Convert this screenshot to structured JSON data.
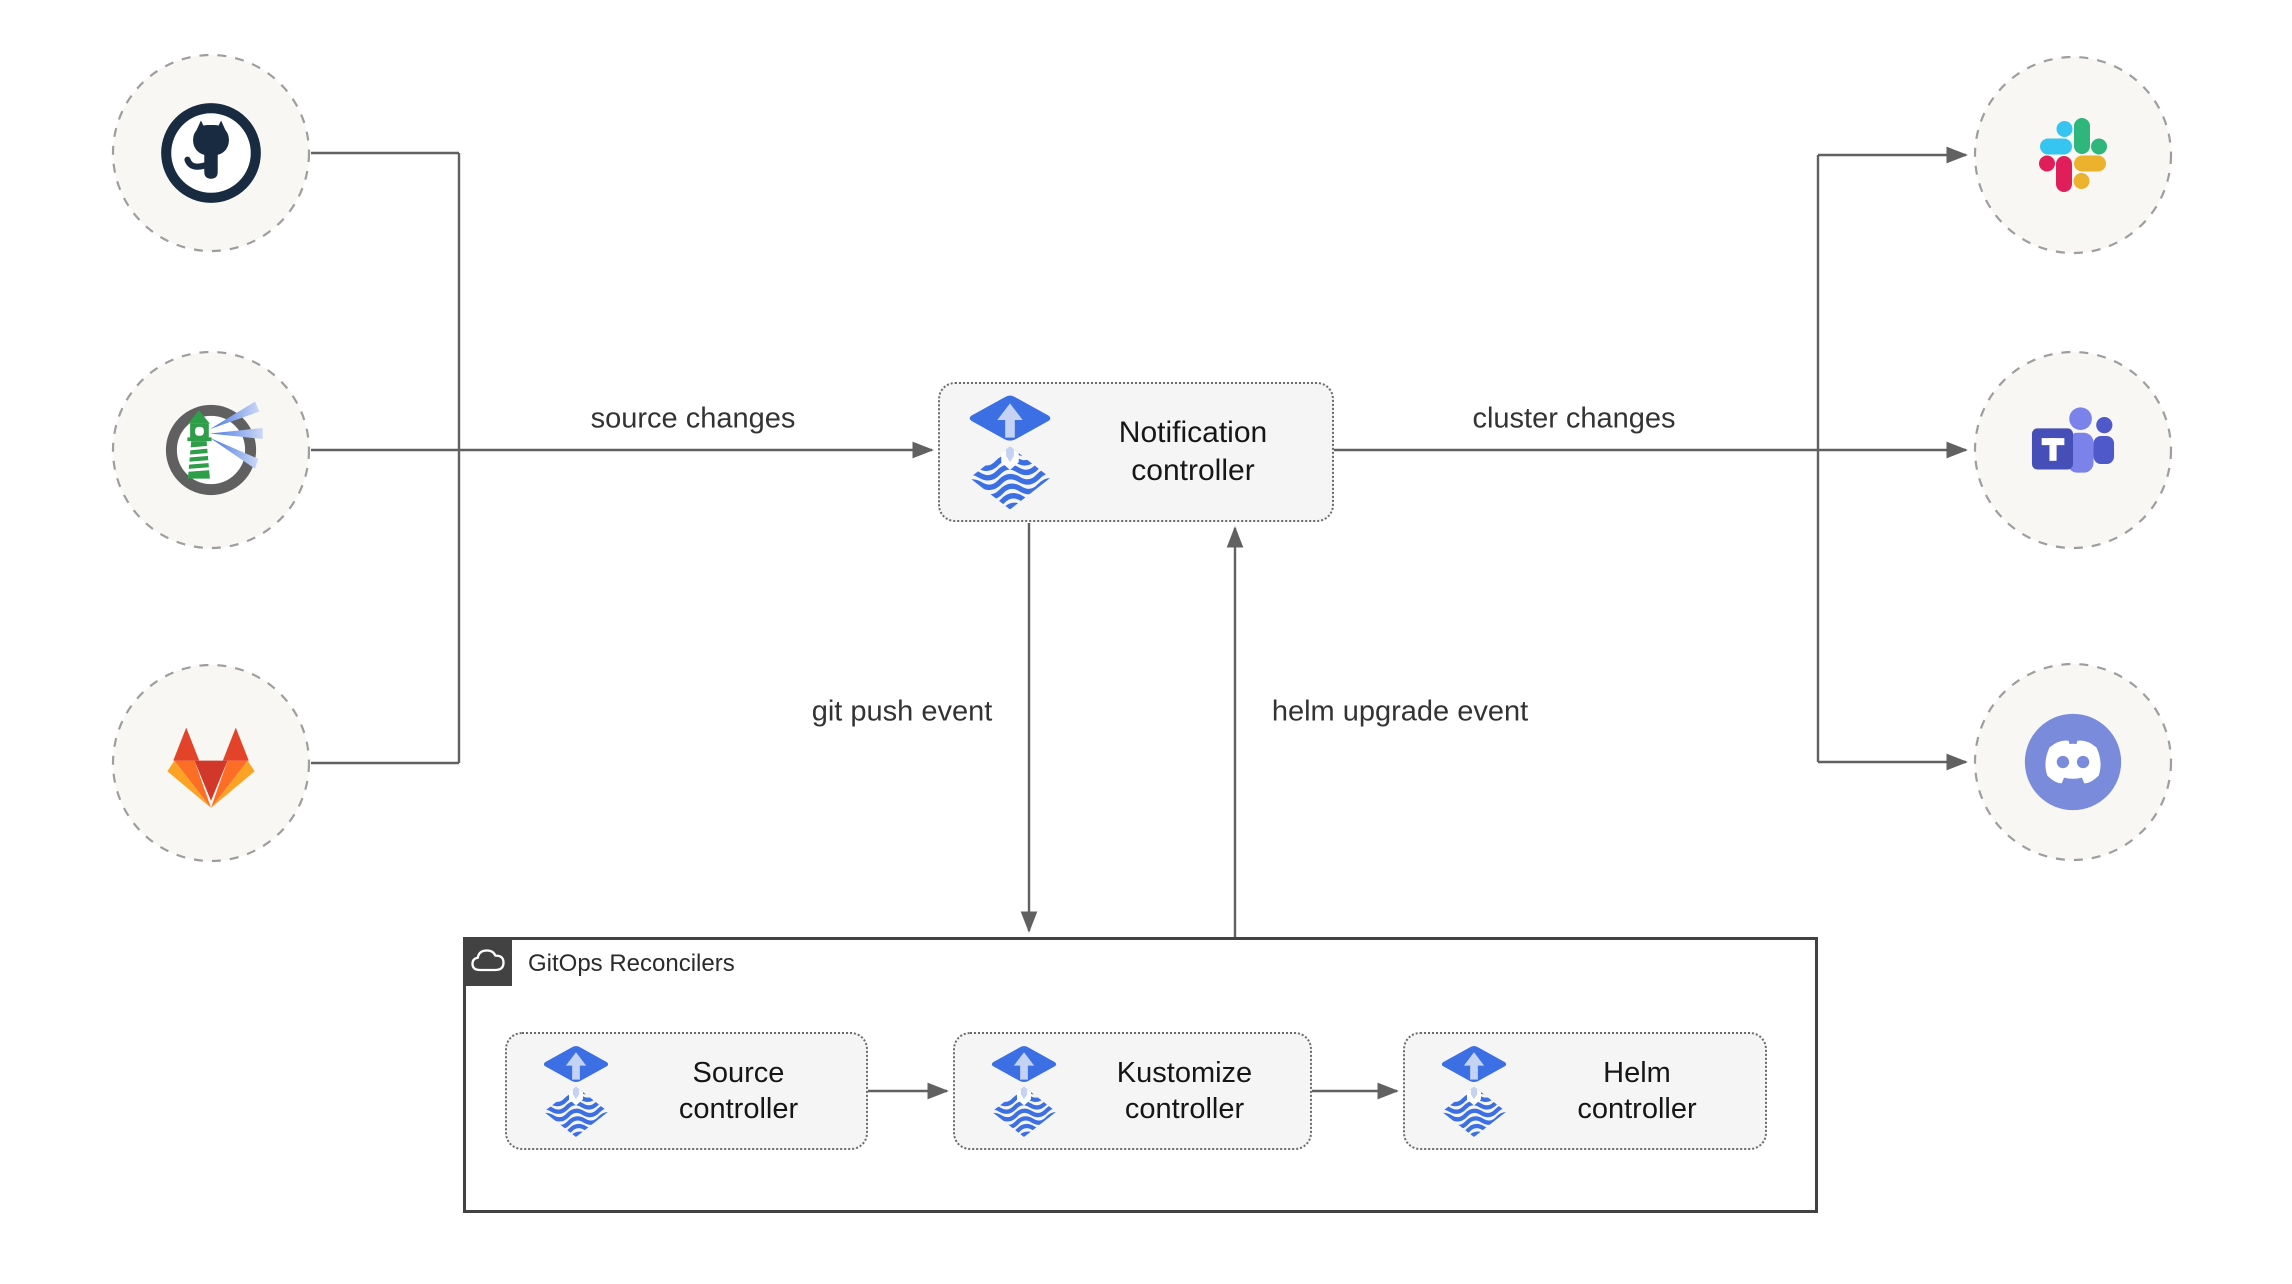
{
  "diagram": {
    "source_nodes": [
      {
        "icon": "github-icon"
      },
      {
        "icon": "harbor-icon"
      },
      {
        "icon": "gitlab-icon"
      }
    ],
    "target_nodes": [
      {
        "icon": "slack-icon"
      },
      {
        "icon": "ms-teams-icon"
      },
      {
        "icon": "discord-icon"
      }
    ],
    "notification": {
      "line1": "Notification",
      "line2": "controller"
    },
    "labels": {
      "source_changes": "source changes",
      "cluster_changes": "cluster changes",
      "git_push_event": "git push event",
      "helm_upgrade_event": "helm upgrade event"
    },
    "gitops_group": {
      "title": "GitOps Reconcilers"
    },
    "controllers": [
      {
        "line1": "Source",
        "line2": "controller"
      },
      {
        "line1": "Kustomize",
        "line2": "controller"
      },
      {
        "line1": "Helm",
        "line2": "controller"
      }
    ],
    "colors": {
      "flux_blue": "#3B6FE3",
      "flux_arrow_light": "#C4D3F3",
      "connector_gray": "#616161",
      "node_fill": "#F5F5F5",
      "node_border": "#6b6b6b",
      "circle_fill": "#F8F7F4",
      "circle_border": "#9e9e9e",
      "container_border": "#424242",
      "github_dark": "#182B40",
      "gitlab_red": "#E24329",
      "gitlab_orange": "#FC6D26",
      "gitlab_amber": "#FCA326",
      "harbor_green": "#2E9E49",
      "slack_blue": "#36C5F0",
      "slack_green": "#2EB67D",
      "slack_pink": "#E01E5A",
      "slack_yellow": "#ECB22E",
      "teams_purple": "#464EB8",
      "teams_light": "#7B83EB",
      "discord_blurple": "#7A8BDB"
    }
  }
}
